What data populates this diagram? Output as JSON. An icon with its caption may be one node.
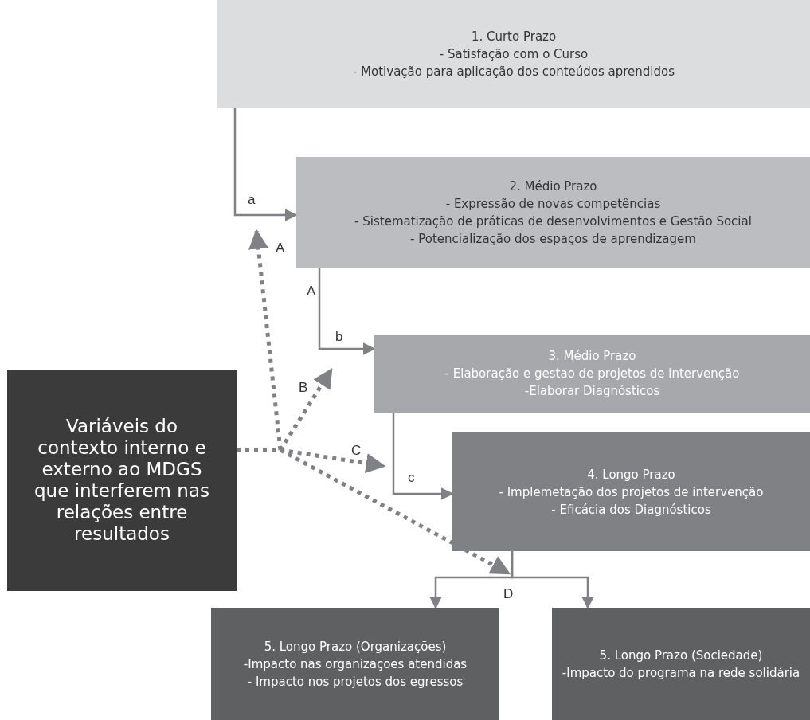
{
  "diagram": {
    "nodes": [
      {
        "text": [
          "1. Curto Prazo",
          "- Satisfação com o Curso",
          "- Motivação para aplicação dos conteúdos aprendidos"
        ]
      },
      {
        "text": [
          "2. Médio Prazo",
          "- Expressão de novas competências",
          "- Sistematização de práticas de desenvolvimentos e Gestão Social",
          "- Potencialização dos espaços de aprendizagem"
        ]
      },
      {
        "text": [
          "3. Médio Prazo",
          "- Elaboração e gestao de projetos de intervenção",
          "-Elaborar Diagnósticos"
        ]
      },
      {
        "text": [
          "4. Longo Prazo",
          "- Implemetação dos projetos de intervenção",
          "- Eficácia dos Diagnósticos"
        ]
      },
      {
        "text": [
          "5. Longo Prazo (Organizações)",
          "-Impacto nas organizações atendidas",
          "- Impacto nos projetos dos egressos"
        ]
      },
      {
        "text": [
          "5. Longo Prazo (Sociedade)",
          "-Impacto do programa na rede solidária"
        ]
      },
      {
        "text": [
          "Variáveis do contexto interno e externo ao MDGS que interferem nas relações entre resultados"
        ]
      }
    ],
    "edges": [
      {
        "from": 0,
        "to": 1,
        "arrow": "to",
        "label": "a"
      },
      {
        "from": 1,
        "to": 2,
        "arrow": "to",
        "label": "b"
      },
      {
        "from": 2,
        "to": 3,
        "arrow": "to",
        "label": "c"
      },
      {
        "from": 3,
        "to": 4,
        "arrow": "to"
      },
      {
        "from": 3,
        "to": 5,
        "arrow": "to"
      },
      {
        "from": 6,
        "to": null,
        "arrow": "to",
        "label": "A",
        "style": "dashed"
      },
      {
        "from": 6,
        "to": null,
        "arrow": "to",
        "label": "B",
        "style": "dashed"
      },
      {
        "from": 6,
        "to": null,
        "arrow": "to",
        "label": "C",
        "style": "dashed"
      },
      {
        "from": 6,
        "to": 3,
        "arrow": "to",
        "label": "D",
        "style": "dashed"
      }
    ],
    "labels": [
      "A"
    ]
  }
}
